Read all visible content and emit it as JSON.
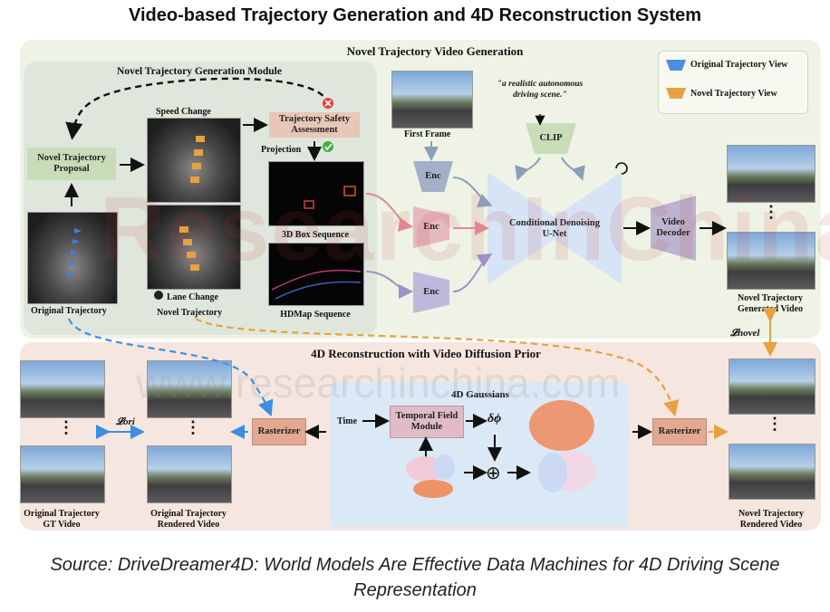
{
  "title": "Video-based Trajectory Generation and 4D Reconstruction System",
  "sections": {
    "novel_video": "Novel Trajectory Video Generation",
    "module": "Novel Trajectory Generation Module",
    "reconstruction": "4D Reconstruction with Video Diffusion Prior",
    "gaussians": "4D Gaussians"
  },
  "nodes": {
    "speed_change": "Speed Change",
    "safety": "Trajectory Safety Assessment",
    "projection": "Projection",
    "proposal": "Novel Trajectory Proposal",
    "box_seq": "3D Box Sequence",
    "hdmap_seq": "HDMap Sequence",
    "lane_change": "Lane Change",
    "original_traj": "Original Trajectory",
    "novel_traj": "Novel Trajectory",
    "first_frame": "First Frame",
    "prompt": "\"a realistic autonomous driving scene.\"",
    "clip": "CLIP",
    "enc1": "Enc",
    "enc2": "Enc",
    "enc3": "Enc",
    "unet": "Conditional Denoising U-Net",
    "decoder": "Video Decoder",
    "novel_generated": "Novel Trajectory Generated Video",
    "l_novel": "𝓛novel",
    "l_ori": "𝓛ori",
    "time": "Time",
    "temporal_field": "Temporal Field Module",
    "delta": "δϕ",
    "rasterizer_left": "Rasterizer",
    "rasterizer_right": "Rasterizer",
    "orig_gt": "Original Trajectory GT Video",
    "orig_rendered": "Original Trajectory Rendered Video",
    "novel_rendered": "Novel Trajectory Rendered Video",
    "dots": "⋮",
    "plus": "⊕"
  },
  "legend": {
    "original": "Original Trajectory View",
    "novel": "Novel Trajectory View",
    "original_color": "#4a8fe0",
    "novel_color": "#e8a040"
  },
  "watermark": {
    "big": "ResearchInChina",
    "url": "www.researchinchina.com"
  },
  "source": "Source: DriveDreamer4D: World Models Are Effective Data Machines for 4D Driving Scene Representation"
}
